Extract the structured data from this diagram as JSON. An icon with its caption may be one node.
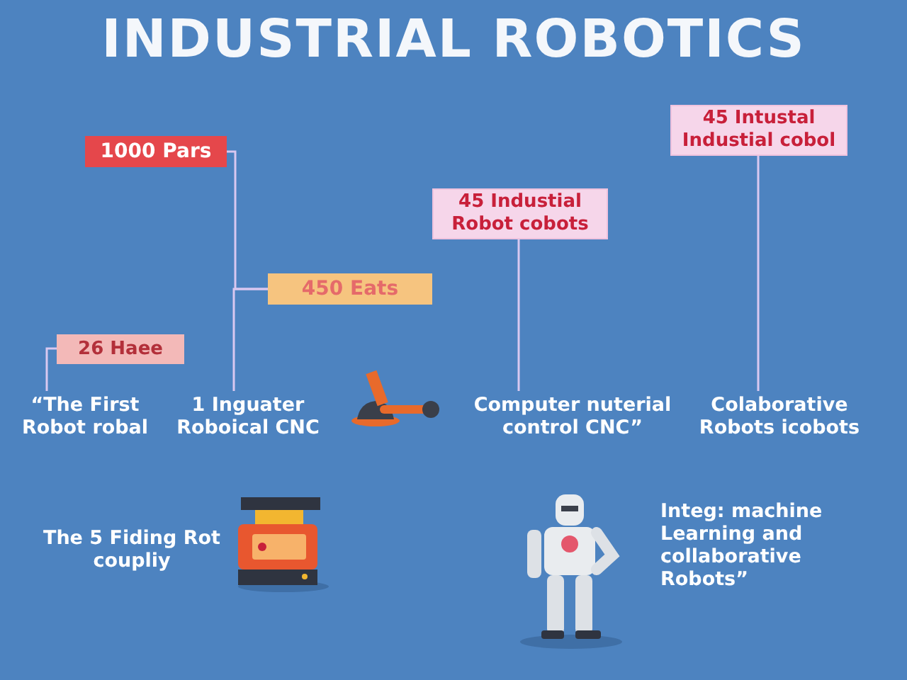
{
  "diagram": {
    "title": "INDUSTRIAL ROBOTICS",
    "nodes": [
      {
        "text": [
          "1000 Pars"
        ]
      },
      {
        "text": [
          "450 Eats"
        ]
      },
      {
        "text": [
          "45 Industial Robot cobots"
        ]
      },
      {
        "text": [
          "45 Intustal Industial cobol"
        ]
      },
      {
        "text": [
          "26 Haee"
        ]
      },
      {
        "text": [
          "“The First Robot robal"
        ]
      },
      {
        "text": [
          "1 Inguater Roboical CNC"
        ]
      },
      {
        "text": [
          "Computer nuterial control CNC”"
        ]
      },
      {
        "text": [
          "Colaborative Robots icobots"
        ]
      },
      {
        "text": [
          "The 5 Fiding Rot coupliy"
        ]
      },
      {
        "text": [
          "Integ: machine Learning and collaborative Robots”"
        ]
      }
    ],
    "edges": [
      {
        "from": 0,
        "to": 1,
        "arrow": "none"
      },
      {
        "from": 1,
        "to": 6,
        "arrow": "none"
      },
      {
        "from": 4,
        "to": 5,
        "arrow": "none"
      },
      {
        "from": 2,
        "to": 7,
        "arrow": "none"
      },
      {
        "from": 3,
        "to": 8,
        "arrow": "none"
      }
    ]
  }
}
